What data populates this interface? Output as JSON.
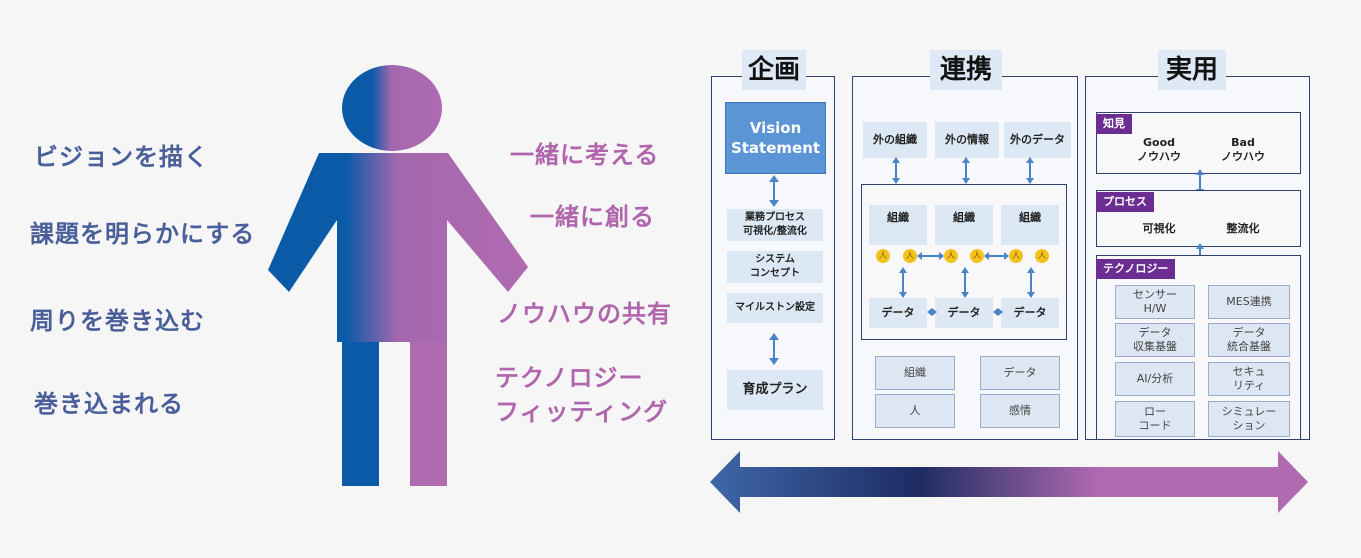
{
  "left_texts": [
    "ビジョンを描く",
    "課題を明らかにする",
    "周りを巻き込む",
    "巻き込まれる"
  ],
  "right_texts": [
    "一緒に考える",
    "一緒に創る",
    "ノウハウの共有",
    "テクノロジー",
    "フィッティング"
  ],
  "panels": {
    "plan": {
      "title": "企画",
      "vision": [
        "Vision",
        "Statement"
      ],
      "items": [
        [
          "業務プロセス",
          "可視化/整流化"
        ],
        [
          "システム",
          "コンセプト"
        ],
        [
          "マイルストン設定"
        ]
      ],
      "bottom": "育成プラン"
    },
    "link": {
      "title": "連携",
      "top": [
        "外の組織",
        "外の情報",
        "外のデータ"
      ],
      "org": "組織",
      "person": "人",
      "data": "データ",
      "bottom": [
        "組織",
        "データ",
        "人",
        "感情"
      ]
    },
    "use": {
      "title": "実用",
      "knowledge": {
        "tag": "知見",
        "items": [
          [
            "Good",
            "ノウハウ"
          ],
          [
            "Bad",
            "ノウハウ"
          ]
        ]
      },
      "process": {
        "tag": "プロセス",
        "items": [
          "可視化",
          "整流化"
        ]
      },
      "tech": {
        "tag": "テクノロジー",
        "items": [
          [
            "センサー",
            "H/W"
          ],
          [
            "MES連携"
          ],
          [
            "データ",
            "収集基盤"
          ],
          [
            "データ",
            "統合基盤"
          ],
          [
            "AI/分析"
          ],
          [
            "セキュ",
            "リティ"
          ],
          [
            "ロー",
            "コード"
          ],
          [
            "シミュレー",
            "ション"
          ]
        ]
      }
    }
  },
  "colors": {
    "blue": "#0b5aa8",
    "purple": "#b06ab0",
    "navy": "#1d2c63",
    "accent": "#6b2d91"
  }
}
